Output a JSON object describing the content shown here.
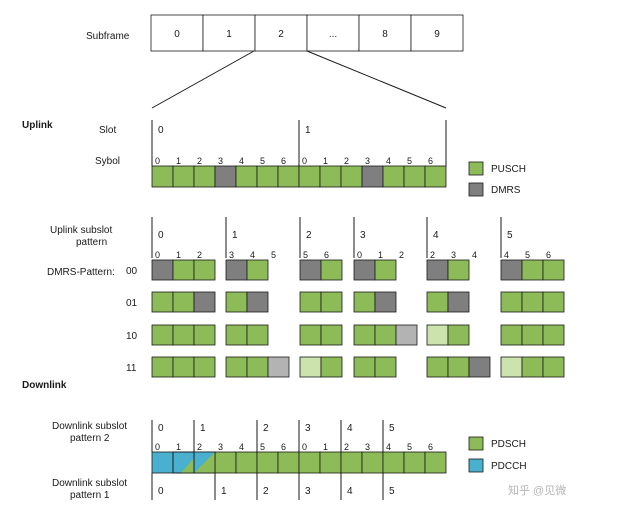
{
  "colors": {
    "pusch": "#8dbb58",
    "dmrs": "#7f7f7f",
    "light_gray": "#b3b3b3",
    "light_green": "#cce3ad",
    "pdcch": "#49b1cf",
    "border": "#1a1a1a"
  },
  "subframe": {
    "label": "Subframe",
    "cells": [
      "0",
      "1",
      "2",
      "...",
      "8",
      "9"
    ]
  },
  "uplink": {
    "heading": "Uplink",
    "slot_label": "Slot",
    "slot_numbers": [
      "0",
      "1"
    ],
    "symbol_label": "Sybol",
    "symbol_numbers": [
      "0",
      "1",
      "2",
      "3",
      "4",
      "5",
      "6",
      "0",
      "1",
      "2",
      "3",
      "4",
      "5",
      "6"
    ],
    "symbol_types": [
      "P",
      "P",
      "P",
      "D",
      "P",
      "P",
      "P",
      "P",
      "P",
      "P",
      "D",
      "P",
      "P",
      "P"
    ]
  },
  "legend_uplink": [
    {
      "label": "PUSCH",
      "color": "#8dbb58"
    },
    {
      "label": "DMRS",
      "color": "#7f7f7f"
    }
  ],
  "subslot": {
    "pattern_label": [
      "Uplink subslot",
      "pattern"
    ],
    "dmrs_label": "DMRS-Pattern:",
    "group_labels": [
      "0",
      "1",
      "2",
      "3",
      "4",
      "5"
    ],
    "group_symbol_numbers": [
      [
        "0",
        "1",
        "2"
      ],
      [
        "3",
        "4",
        "5"
      ],
      [
        "5",
        "6"
      ],
      [
        "0",
        "1",
        "2"
      ],
      [
        "2",
        "3",
        "4"
      ],
      [
        "4",
        "5",
        "6"
      ]
    ],
    "rows": [
      {
        "code": "00",
        "groups": [
          [
            "D",
            "P",
            "P"
          ],
          [
            "D",
            "P"
          ],
          [
            "D",
            "P"
          ],
          [
            "D",
            "P"
          ],
          [
            "D",
            "P"
          ],
          [
            "D",
            "P",
            "P"
          ]
        ]
      },
      {
        "code": "01",
        "groups": [
          [
            "P",
            "P",
            "D"
          ],
          [
            "P",
            "D"
          ],
          [
            "P",
            "P"
          ],
          [
            "P",
            "D"
          ],
          [
            "P",
            "D"
          ],
          [
            "P",
            "P",
            "P"
          ]
        ]
      },
      {
        "code": "10",
        "groups": [
          [
            "P",
            "P",
            "P"
          ],
          [
            "P",
            "P"
          ],
          [
            "P",
            "P"
          ],
          [
            "P",
            "P",
            "G"
          ],
          [
            "L",
            "P"
          ],
          [
            "P",
            "P",
            "P"
          ]
        ]
      },
      {
        "code": "11",
        "groups": [
          [
            "P",
            "P",
            "P"
          ],
          [
            "P",
            "P",
            "G"
          ],
          [
            "L",
            "P"
          ],
          [
            "P",
            "P"
          ],
          [
            "P",
            "P",
            "D"
          ],
          [
            "L",
            "P",
            "P"
          ]
        ]
      }
    ]
  },
  "downlink": {
    "heading": "Downlink",
    "pattern2_label": [
      "Downlink subslot",
      "pattern 2"
    ],
    "pattern1_label": [
      "Downlink subslot",
      "pattern 1"
    ],
    "pattern2_numbers": [
      "0",
      "1",
      "2",
      "3",
      "4",
      "5"
    ],
    "pattern1_numbers": [
      "0",
      "1",
      "2",
      "3",
      "4",
      "5"
    ],
    "symbol_numbers": [
      "0",
      "1",
      "2",
      "3",
      "4",
      "5",
      "6",
      "0",
      "1",
      "2",
      "3",
      "4",
      "5",
      "6"
    ]
  },
  "legend_downlink": [
    {
      "label": "PDSCH",
      "color": "#8dbb58"
    },
    {
      "label": "PDCCH",
      "color": "#49b1cf"
    }
  ],
  "watermark": "知乎 @见微"
}
